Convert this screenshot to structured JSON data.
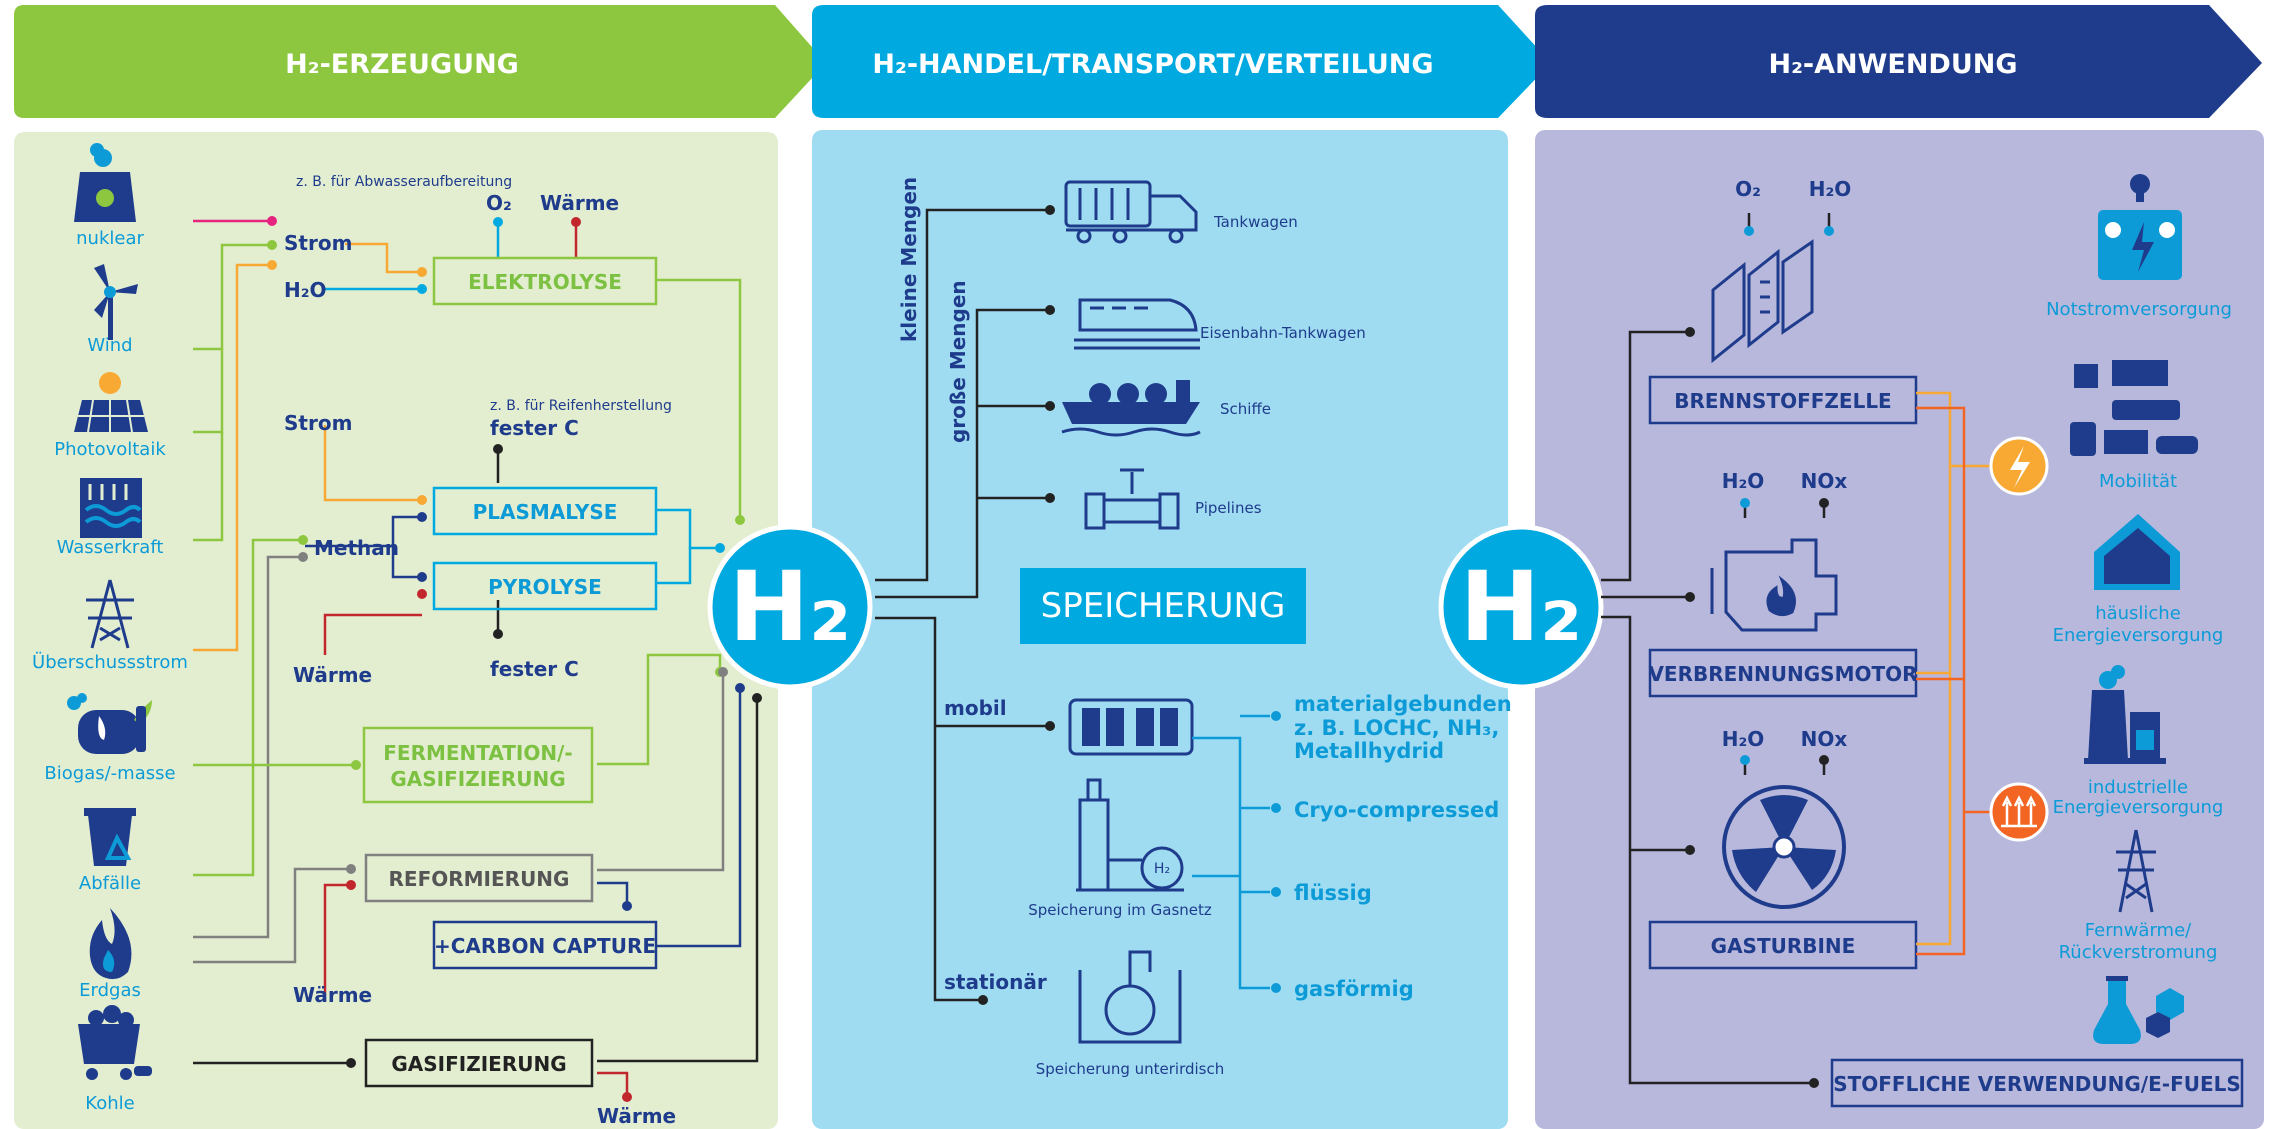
{
  "header": {
    "erzeugung": "H₂-ERZEUGUNG",
    "handel": "H₂-HANDEL/TRANSPORT/VERTEILUNG",
    "anwendung": "H₂-ANWENDUNG"
  },
  "colors": {
    "green": "#8dc63f",
    "blue": "#00a9e0",
    "navy": "#1f3c8c",
    "panel_green": "#e3eed1",
    "panel_blue": "#9fdcf2",
    "panel_purple": "#b7b8dc",
    "orange": "#f26522",
    "yellow": "#f7a934"
  },
  "sources": [
    "nuklear",
    "Wind",
    "Photovoltaik",
    "Wasserkraft",
    "Überschussstrom",
    "Biogas/-masse",
    "Abfälle",
    "Erdgas",
    "Kohle"
  ],
  "inputs": {
    "strom1": "Strom",
    "h2o": "H₂O",
    "strom2": "Strom",
    "methan": "Methan",
    "waerme1": "Wärme",
    "waerme2": "Wärme",
    "waerme3": "Wärme",
    "o2": "O₂",
    "waerme_top": "Wärme",
    "note_abwasser": "z. B. für Abwasseraufbereitung",
    "note_reifen": "z. B. für Reifenherstellung",
    "fester_c_top": "fester C",
    "fester_c_bottom": "fester C"
  },
  "processes": {
    "elektrolyse": "ELEKTROLYSE",
    "plasmalyse": "PLASMALYSE",
    "pyrolyse": "PYROLYSE",
    "fermentation_1": "FERMENTATION/-",
    "fermentation_2": "GASIFIZIERUNG",
    "reformierung": "REFORMIERUNG",
    "carbon_capture": "+CARBON CAPTURE",
    "gasifizierung": "GASIFIZIERUNG"
  },
  "h2_label": "H₂",
  "transport": {
    "kleine_mengen": "kleine Mengen",
    "grosse_mengen": "große Mengen",
    "tankwagen": "Tankwagen",
    "eisenbahn": "Eisenbahn-Tankwagen",
    "schiffe": "Schiffe",
    "pipelines": "Pipelines",
    "speicherung": "SPEICHERUNG",
    "mobil": "mobil",
    "stationaer": "stationär",
    "speicherung_gasnetz": "Speicherung im Gasnetz",
    "speicherung_unterirdisch": "Speicherung unterirdisch",
    "storage_types": [
      "materialgebunden",
      "z. B. LOCHC, NH₃,",
      "Metallhydrid",
      "Cryo-compressed",
      "flüssig",
      "gasförmig"
    ]
  },
  "anwendung": {
    "o2": "O₂",
    "h2o_1": "H₂O",
    "h2o_2": "H₂O",
    "nox_1": "NOx",
    "h2o_3": "H₂O",
    "nox_2": "NOx",
    "brennstoffzelle": "BRENNSTOFFZELLE",
    "verbrennungsmotor": "VERBRENNUNGSMOTOR",
    "gasturbine": "GASTURBINE",
    "stoffliche": "STOFFLICHE VERWENDUNG/E-FUELS",
    "notstrom": "Notstromversorgung",
    "mobilitaet": "Mobilität",
    "haeusliche_1": "häusliche",
    "haeusliche_2": "Energieversorgung",
    "industrielle_1": "industrielle",
    "industrielle_2": "Energieversorgung",
    "fernwaerme_1": "Fernwärme/",
    "fernwaerme_2": "Rückverstromung"
  }
}
